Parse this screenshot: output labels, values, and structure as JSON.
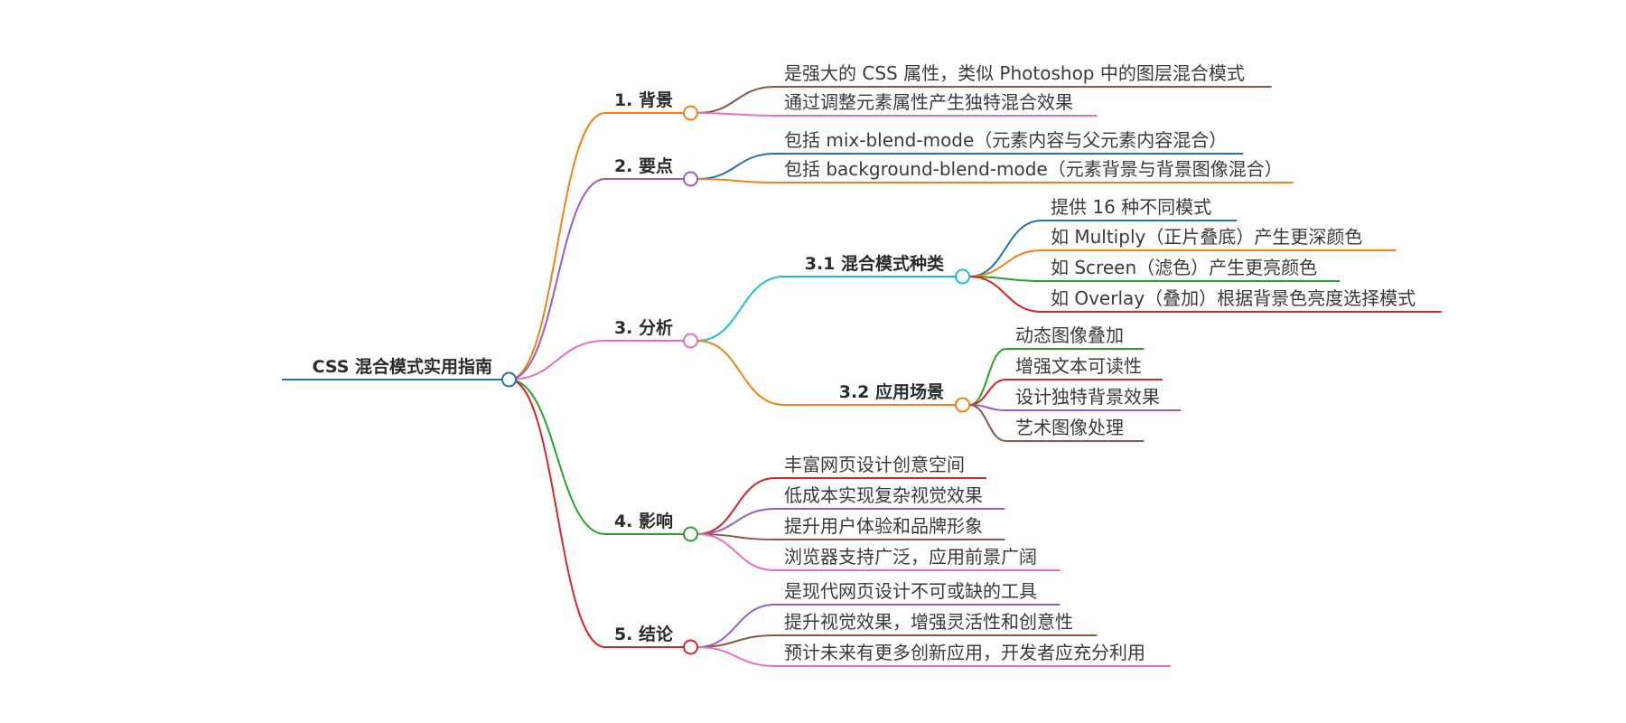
{
  "root": {
    "label": "CSS 混合模式实用指南",
    "color": "#2670b5"
  },
  "branches": [
    {
      "label": "1. 背景",
      "color": "#f08217",
      "children": [
        {
          "label": "是强大的 CSS 属性，类似 Photoshop 中的图层混合模式",
          "color": "#8b5747"
        },
        {
          "label": "通过调整元素属性产生独特混合效果",
          "color": "#e86ebf"
        }
      ]
    },
    {
      "label": "2. 要点",
      "color": "#9a5cc0",
      "children": [
        {
          "label": "包括 mix-blend-mode（元素内容与父元素内容混合）",
          "color": "#2670b5"
        },
        {
          "label": "包括 background-blend-mode（元素背景与背景图像混合）",
          "color": "#f08217"
        }
      ]
    },
    {
      "label": "3. 分析",
      "color": "#e86ebf",
      "children": [
        {
          "label": "3.1 混合模式种类",
          "color": "#1ebfcc",
          "children": [
            {
              "label": "提供 16 种不同模式",
              "color": "#2670b5"
            },
            {
              "label": "如 Multiply（正片叠底）产生更深颜色",
              "color": "#f08217"
            },
            {
              "label": "如 Screen（滤色）产生更亮颜色",
              "color": "#2ca02c"
            },
            {
              "label": "如 Overlay（叠加）根据背景色亮度选择模式",
              "color": "#d62728"
            }
          ]
        },
        {
          "label": "3.2 应用场景",
          "color": "#f08217",
          "children": [
            {
              "label": "动态图像叠加",
              "color": "#2ca02c"
            },
            {
              "label": "增强文本可读性",
              "color": "#d62728"
            },
            {
              "label": "设计独特背景效果",
              "color": "#9a5cc0"
            },
            {
              "label": "艺术图像处理",
              "color": "#8b5747"
            }
          ]
        }
      ]
    },
    {
      "label": "4. 影响",
      "color": "#2ca02c",
      "children": [
        {
          "label": "丰富网页设计创意空间",
          "color": "#d62728"
        },
        {
          "label": "低成本实现复杂视觉效果",
          "color": "#9a5cc0"
        },
        {
          "label": "提升用户体验和品牌形象",
          "color": "#8b5747"
        },
        {
          "label": "浏览器支持广泛，应用前景广阔",
          "color": "#e86ebf"
        }
      ]
    },
    {
      "label": "5. 结论",
      "color": "#d62728",
      "children": [
        {
          "label": "是现代网页设计不可或缺的工具",
          "color": "#9a5cc0"
        },
        {
          "label": "提升视觉效果，增强灵活性和创意性",
          "color": "#8b5747"
        },
        {
          "label": "预计未来有更多创新应用，开发者应充分利用",
          "color": "#e86ebf"
        }
      ]
    }
  ]
}
